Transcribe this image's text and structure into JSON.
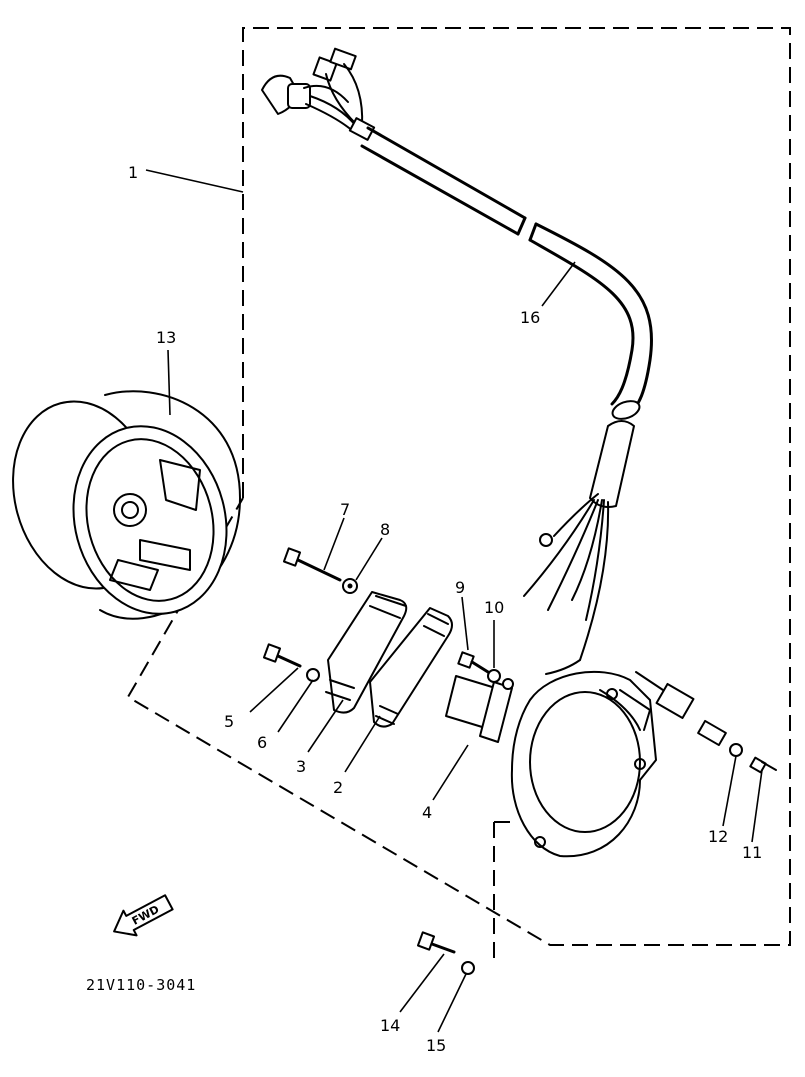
{
  "diagram": {
    "callouts": {
      "c1": "1",
      "c2": "2",
      "c3": "3",
      "c4": "4",
      "c5": "5",
      "c6": "6",
      "c7": "7",
      "c8": "8",
      "c9": "9",
      "c10": "10",
      "c11": "11",
      "c12": "12",
      "c13": "13",
      "c14": "14",
      "c15": "15",
      "c16": "16"
    },
    "fwd_label": "FWD",
    "part_code": "21V110-3041",
    "line_color": "#000000",
    "background_color": "#ffffff"
  }
}
